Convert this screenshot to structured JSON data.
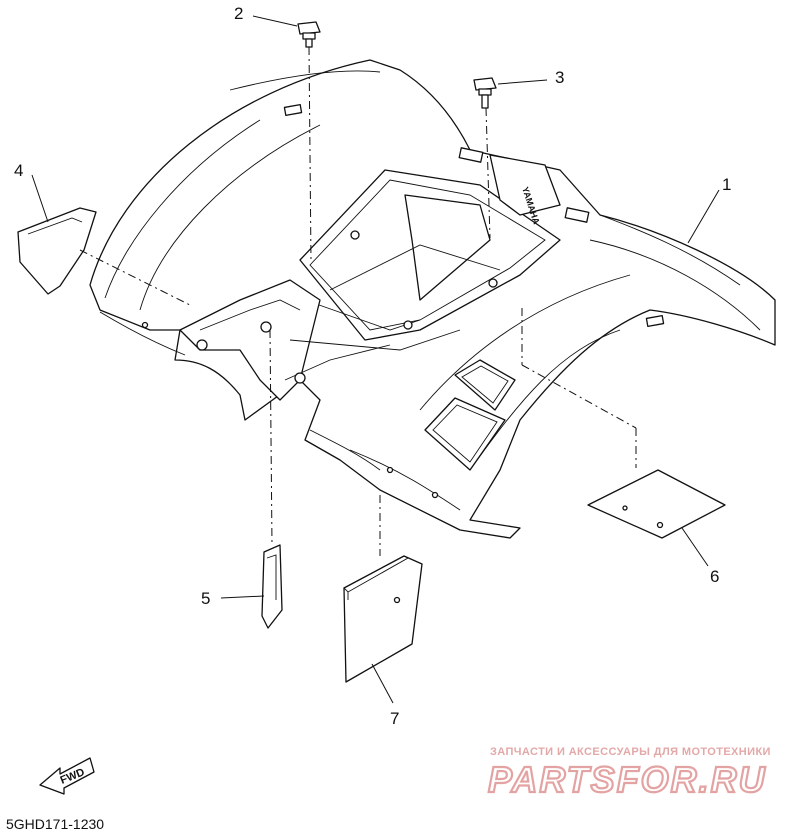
{
  "callouts": {
    "c1": "1",
    "c2": "2",
    "c3": "3",
    "c4": "4",
    "c5": "5",
    "c6": "6",
    "c7": "7"
  },
  "fender_emblem_text": "YAMAHA",
  "direction_arrow_label": "FWD",
  "diagram_code": "5GHD171-1230",
  "watermark": {
    "tagline": "ЗАПЧАСТИ И АКСЕССУАРЫ ДЛЯ МОТОТЕХНИКИ",
    "logo": "PARTSFOR.RU",
    "color": "#e3a8a8"
  }
}
